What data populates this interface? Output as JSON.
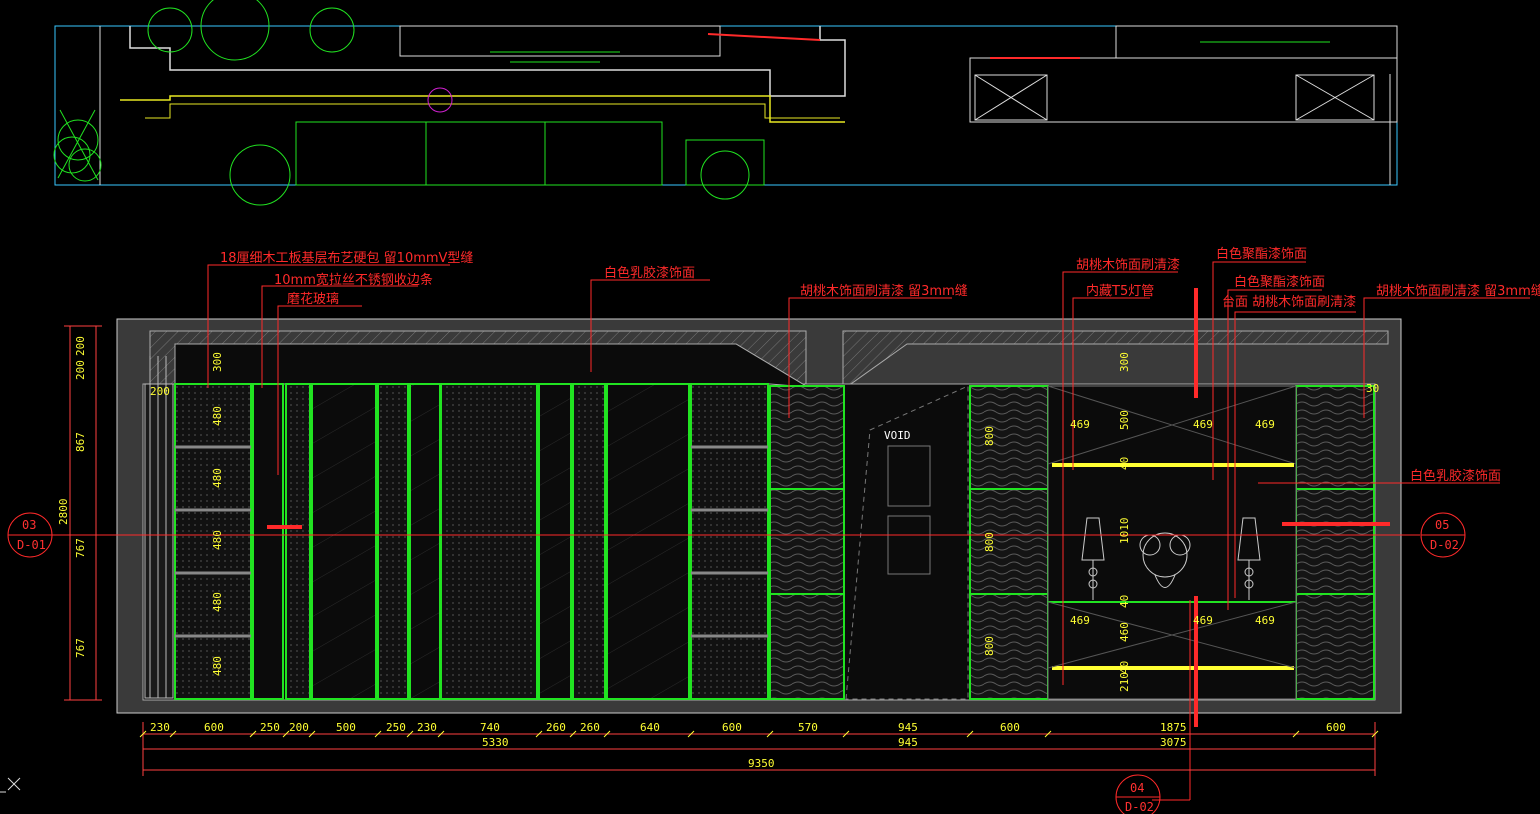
{
  "annotations": {
    "a1": "18厘细木工板基层布艺硬包 留10mmV型缝",
    "a2": "10mm宽拉丝不锈钢收边条",
    "a3": "磨花玻璃",
    "a4": "白色乳胶漆饰面",
    "a5": "胡桃木饰面刷清漆 留3mm缝",
    "a6": "胡桃木饰面刷清漆",
    "a7": "内藏T5灯管",
    "a8": "白色聚酯漆饰面",
    "a9": "白色聚酯漆饰面",
    "a10": "台面 胡桃木饰面刷清漆",
    "a11": "胡桃木饰面刷清漆 留3mm缝",
    "a12": "白色乳胶漆饰面",
    "void": "VOID"
  },
  "section_tags": {
    "left": {
      "num": "03",
      "ref": "D-01"
    },
    "right": {
      "num": "05",
      "ref": "D-02"
    },
    "bottom": {
      "num": "04",
      "ref": "D-02"
    }
  },
  "dims_bottom": [
    "230",
    "600",
    "250",
    "200",
    "500",
    "250",
    "230",
    "740",
    "260",
    "260",
    "640",
    "600",
    "570",
    "945",
    "600",
    "1875",
    "600"
  ],
  "dims_sub": {
    "left": "5330",
    "mid": "945",
    "right": "3075"
  },
  "dims_total": "9350",
  "dims_left_outer": [
    "200",
    "200",
    "867",
    "767",
    "767"
  ],
  "dims_left_total": "2800",
  "dims_inner_left": [
    "300",
    "480",
    "480",
    "480",
    "480",
    "480"
  ],
  "dims_cabinet": [
    "300",
    "800",
    "800",
    "800"
  ],
  "dims_shelf_h": [
    "469",
    "469",
    "469"
  ],
  "dims_shelf_h2": [
    "469",
    "469",
    "469"
  ],
  "dims_shelf_v": [
    "500",
    "40",
    "1010",
    "40",
    "460",
    "40",
    "210"
  ],
  "misc_dims": {
    "d200": "200",
    "d30": "30"
  },
  "colors": {
    "red": "#ff2a2a",
    "green": "#21e321",
    "yellow": "#ffff33",
    "white": "#e8e8e8",
    "magenta": "#d020d0"
  }
}
